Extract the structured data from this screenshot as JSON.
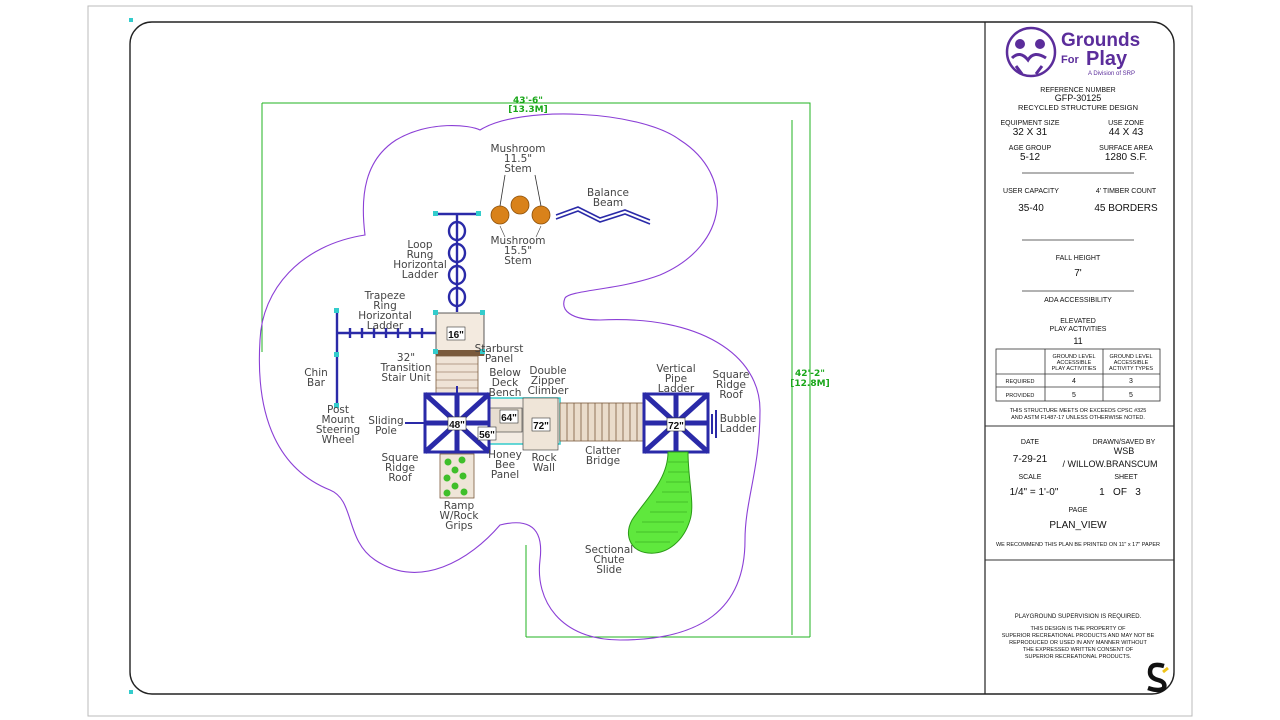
{
  "brand": {
    "name_line1": "Grounds",
    "name_line2": "For",
    "name_line3": "Play",
    "tagline": "A Division of SRP",
    "colors": {
      "purple": "#5b2d9b",
      "orange": "#d9821a",
      "blue": "#2a2aa8",
      "green": "#36d11c",
      "boundary": "#8b3fd6"
    }
  },
  "title_block": {
    "reference_label": "REFERENCE NUMBER",
    "reference_number": "GFP-30125",
    "design_name": "RECYCLED STRUCTURE DESIGN",
    "equipment_size_label": "EQUIPMENT SIZE",
    "equipment_size": "32 X 31",
    "use_zone_label": "USE ZONE",
    "use_zone": "44 X 43",
    "age_group_label": "AGE GROUP",
    "age_group": "5-12",
    "surface_area_label": "SURFACE AREA",
    "surface_area": "1280 S.F.",
    "user_capacity_label": "USER CAPACITY",
    "user_capacity": "35-40",
    "timber_label": "4' TIMBER COUNT",
    "timber_count": "45 BORDERS",
    "fall_height_label": "FALL HEIGHT",
    "fall_height": "7'",
    "ada_label": "ADA ACCESSIBILITY",
    "elevated_label_1": "ELEVATED",
    "elevated_label_2": "PLAY ACTIVITIES",
    "elevated_count": "11",
    "table": {
      "col1": [
        "GROUND LEVEL",
        "ACCESSIBLE",
        "PLAY ACTIVITIES"
      ],
      "col2": [
        "GROUND LEVEL",
        "ACCESSIBLE",
        "ACTIVITY TYPES"
      ],
      "rows": [
        {
          "label": "REQUIRED",
          "a": "4",
          "b": "3"
        },
        {
          "label": "PROVIDED",
          "a": "5",
          "b": "5"
        }
      ]
    },
    "compliance_1": "THIS STRUCTURE MEETS OR EXCEEDS CPSC #325",
    "compliance_2": "AND ASTM F1487-17 UNLESS OTHERWISE NOTED.",
    "date_label": "DATE",
    "date": "7-29-21",
    "drawn_label": "DRAWN/SAVED BY",
    "drawn_by_1": "WSB",
    "drawn_by_2": "/ WILLOW.BRANSCUM",
    "scale_label": "SCALE",
    "scale": "1/4\" = 1'-0\"",
    "sheet_label": "SHEET",
    "sheet": "1   OF   3",
    "page_label": "PAGE",
    "page": "PLAN_VIEW",
    "print_note": "WE RECOMMEND THIS PLAN BE PRINTED ON 11\" x 17\" PAPER",
    "supervision": "PLAYGROUND SUPERVISION IS REQUIRED.",
    "property_1": "THIS DESIGN IS THE PROPERTY OF",
    "property_2": "SUPERIOR RECREATIONAL PRODUCTS AND MAY NOT BE",
    "property_3": "REPRODUCED OR USED IN ANY MANNER WITHOUT",
    "property_4": "THE EXPRESSED WRITTEN CONSENT OF",
    "property_5": "SUPERIOR RECREATIONAL PRODUCTS."
  },
  "dimensions": {
    "width_ft": "43'-6\"",
    "width_m": "[13.3M]",
    "height_ft": "42'-2\"",
    "height_m": "[12.8M]"
  },
  "labels": {
    "mushroom_top": [
      "Mushroom",
      "11.5\"",
      "Stem"
    ],
    "mushroom_bottom": [
      "Mushroom",
      "15.5\"",
      "Stem"
    ],
    "balance_beam": [
      "Balance",
      "Beam"
    ],
    "loop_ladder": [
      "Loop",
      "Rung",
      "Horizontal",
      "Ladder"
    ],
    "trapeze_ladder": [
      "Trapeze",
      "Ring",
      "Horizontal",
      "Ladder"
    ],
    "transition": [
      "32\"",
      "Transition",
      "Stair Unit"
    ],
    "chin_bar": [
      "Chin",
      "Bar"
    ],
    "steering": [
      "Post",
      "Mount",
      "Steering",
      "Wheel"
    ],
    "sliding_pole": [
      "Sliding",
      "Pole"
    ],
    "square_roof_left": [
      "Square",
      "Ridge",
      "Roof"
    ],
    "ramp": [
      "Ramp",
      "W/Rock",
      "Grips"
    ],
    "starburst": [
      "Starburst",
      "Panel"
    ],
    "below_deck": [
      "Below",
      "Deck",
      "Bench"
    ],
    "double_zipper": [
      "Double",
      "Zipper",
      "Climber"
    ],
    "honey_bee": [
      "Honey",
      "Bee",
      "Panel"
    ],
    "rock_wall": [
      "Rock",
      "Wall"
    ],
    "clatter": [
      "Clatter",
      "Bridge"
    ],
    "vertical_pipe": [
      "Vertical",
      "Pipe",
      "Ladder"
    ],
    "square_roof_right": [
      "Square",
      "Ridge",
      "Roof"
    ],
    "bubble": [
      "Bubble",
      "Ladder"
    ],
    "chute": [
      "Sectional",
      "Chute",
      "Slide"
    ]
  },
  "deck_heights": {
    "d16": "16\"",
    "d48": "48\"",
    "d56": "56\"",
    "d64": "64\"",
    "d72a": "72\"",
    "d72b": "72\""
  }
}
